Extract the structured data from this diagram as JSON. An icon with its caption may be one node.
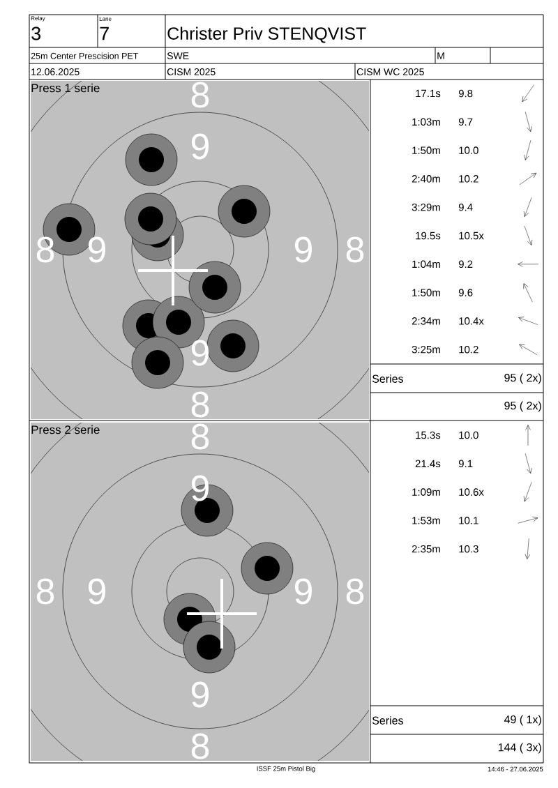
{
  "diagram": {
    "labels": [
      "Relay",
      "3",
      "Lane",
      "7",
      "Christer Priv STENQVIST",
      "25m Center Prescision PET",
      "SWE",
      "M",
      "12.06.2025",
      "CISM 2025",
      "CISM WC 2025",
      "Press 1 serie",
      "8",
      "9",
      "8",
      "9",
      "9",
      "8",
      "9",
      "8",
      "17.1s",
      "9.8",
      "1:03m",
      "9.7",
      "1:50m",
      "10.0",
      "2:40m",
      "10.2",
      "3:29m",
      "9.4",
      "19.5s",
      "10.5x",
      "1:04m",
      "9.2",
      "1:50m",
      "9.6",
      "2:34m",
      "10.4x",
      "3:25m",
      "10.2",
      "Series",
      "95 ( 2x)",
      "95 ( 2x)",
      "Press 2 serie",
      "8",
      "9",
      "8",
      "9",
      "9",
      "8",
      "9",
      "8",
      "15.3s",
      "10.0",
      "21.4s",
      "9.1",
      "1:09m",
      "10.6x",
      "1:53m",
      "10.1",
      "2:35m",
      "10.3",
      "Series",
      "49 ( 1x)",
      "144 ( 3x)",
      "ISSF 25m Pistol Big",
      "14:46 - 27.06.2025"
    ]
  }
}
